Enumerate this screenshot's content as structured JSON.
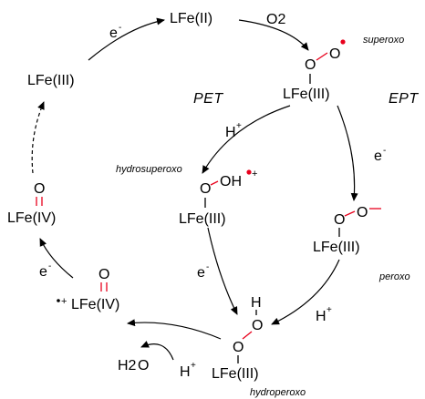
{
  "species": {
    "fe2": "LFe(II)",
    "o2": "O2",
    "superoxo_fe": "LFe(III)",
    "superoxo_o": "O",
    "superoxo_label": "superoxo",
    "fe3_left": "LFe(III)",
    "hydrosuperoxo_label": "hydrosuperoxo",
    "hydrosuperoxo_o1": "O",
    "hydrosuperoxo_oh": "OH",
    "hydrosuperoxo_charge": "+",
    "hydrosuperoxo_fe": "LFe(III)",
    "peroxo_o1": "O",
    "peroxo_o2": "O",
    "peroxo_fe": "LFe(III)",
    "peroxo_label": "peroxo",
    "hydroperoxo_h": "H",
    "hydroperoxo_o1": "O",
    "hydroperoxo_o2": "O",
    "hydroperoxo_fe": "LFe(III)",
    "hydroperoxo_label": "hydroperoxo",
    "feiv_o": "O",
    "feiv_fe": "LFe(IV)",
    "feiv_rad_o": "O",
    "feiv_rad_charge": "+",
    "feiv_rad_fe": "LFe(IV)",
    "water_h2": "H2",
    "water_o": "O"
  },
  "reagents": {
    "e_top": "e",
    "e_sup": "e",
    "e_pet": "e",
    "e_feiv": "e",
    "h_pet": "H",
    "h_ept": "H",
    "h_bottom": "H",
    "minus": "-",
    "plus": "+"
  },
  "pathways": {
    "pet": "PET",
    "ept": "EPT"
  },
  "colors": {
    "oxygen": "#e8001c",
    "ink": "#000000"
  }
}
